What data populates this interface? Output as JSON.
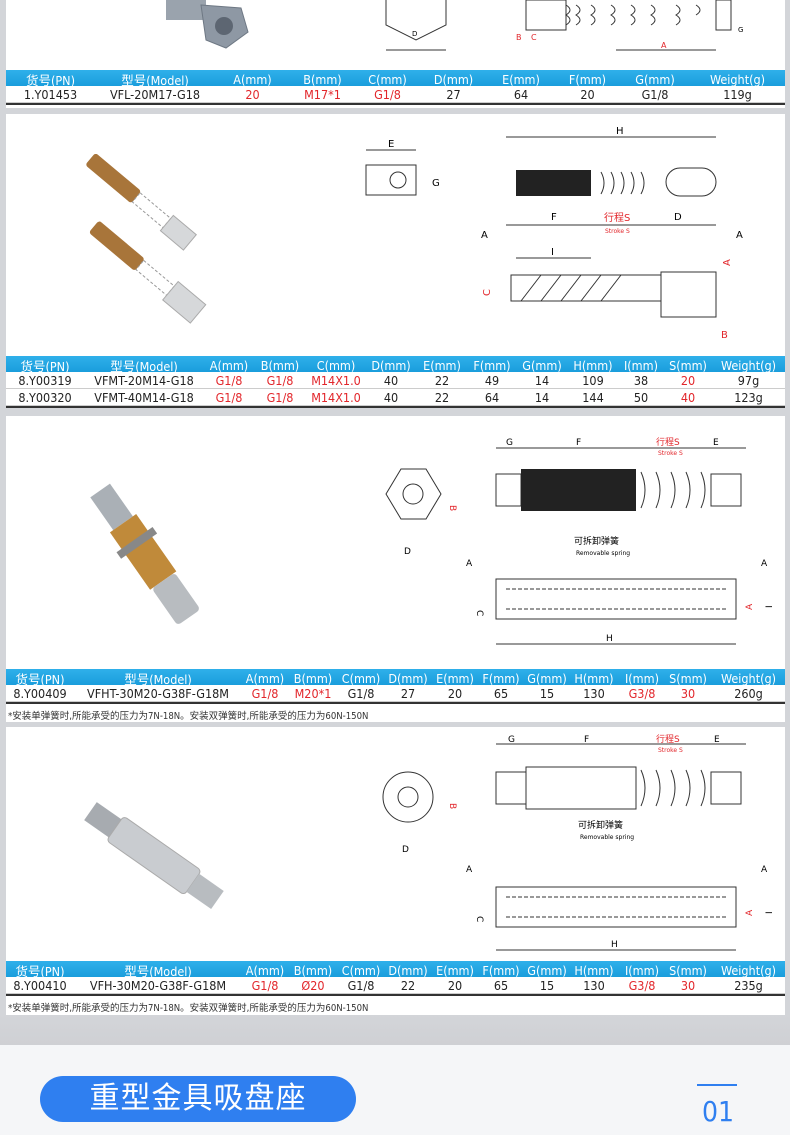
{
  "tables": [
    {
      "headers": [
        "货号(PN)",
        "型号(Model)",
        "A(mm)",
        "B(mm)",
        "C(mm)",
        "D(mm)",
        "E(mm)",
        "F(mm)",
        "G(mm)",
        "Weight(g)"
      ],
      "rows": [
        [
          "1.Y01453",
          "VFL-20M17-G18",
          "20",
          "M17*1",
          "G1/8",
          "27",
          "64",
          "20",
          "G1/8",
          "119g"
        ]
      ],
      "highlight_columns": [
        2,
        3,
        4
      ]
    },
    {
      "headers": [
        "货号(PN)",
        "型号(Model)",
        "A(mm)",
        "B(mm)",
        "C(mm)",
        "D(mm)",
        "E(mm)",
        "F(mm)",
        "G(mm)",
        "H(mm)",
        "I(mm)",
        "S(mm)",
        "Weight(g)"
      ],
      "rows": [
        [
          "8.Y00319",
          "VFMT-20M14-G18",
          "G1/8",
          "G1/8",
          "M14X1.0",
          "40",
          "22",
          "49",
          "14",
          "109",
          "38",
          "20",
          "97g"
        ],
        [
          "8.Y00320",
          "VFMT-40M14-G18",
          "G1/8",
          "G1/8",
          "M14X1.0",
          "40",
          "22",
          "64",
          "14",
          "144",
          "50",
          "40",
          "123g"
        ]
      ],
      "highlight_columns": [
        2,
        3,
        4,
        11
      ]
    },
    {
      "headers": [
        "货号(PN)",
        "型号(Model)",
        "A(mm)",
        "B(mm)",
        "C(mm)",
        "D(mm)",
        "E(mm)",
        "F(mm)",
        "G(mm)",
        "H(mm)",
        "I(mm)",
        "S(mm)",
        "Weight(g)"
      ],
      "rows": [
        [
          "8.Y00409",
          "VFHT-30M20-G38F-G18M",
          "G1/8",
          "M20*1",
          "G1/8",
          "27",
          "20",
          "65",
          "15",
          "130",
          "G3/8",
          "30",
          "260g"
        ]
      ],
      "highlight_columns": [
        2,
        3,
        10,
        11
      ],
      "note": "*安装单弹簧时,所能承受的压力为7N-18N。安装双弹簧时,所能承受的压力为60N-150N"
    },
    {
      "headers": [
        "货号(PN)",
        "型号(Model)",
        "A(mm)",
        "B(mm)",
        "C(mm)",
        "D(mm)",
        "E(mm)",
        "F(mm)",
        "G(mm)",
        "H(mm)",
        "I(mm)",
        "S(mm)",
        "Weight(g)"
      ],
      "rows": [
        [
          "8.Y00410",
          "VFH-30M20-G38F-G18M",
          "G1/8",
          "Ø20",
          "G1/8",
          "22",
          "20",
          "65",
          "15",
          "130",
          "G3/8",
          "30",
          "235g"
        ]
      ],
      "highlight_columns": [
        2,
        3,
        10,
        11
      ],
      "note": "*安装单弹簧时,所能承受的压力为7N-18N。安装双弹簧时,所能承受的压力为60N-150N"
    }
  ],
  "drawing_labels": {
    "A": "A",
    "B": "B",
    "C": "C",
    "D": "D",
    "E": "E",
    "F": "F",
    "G": "G",
    "H": "H",
    "I": "I",
    "stroke_cn": "行程S",
    "stroke_en": "Stroke S",
    "spring_cn": "可拆卸弹簧",
    "spring_en": "Removable spring"
  },
  "footer": {
    "section_title": "重型金具吸盘座",
    "section_number": "01"
  },
  "colors": {
    "header_blue": "#1a9ddc",
    "highlight_red": "#e2262b",
    "accent_blue": "#2f7ff0"
  }
}
